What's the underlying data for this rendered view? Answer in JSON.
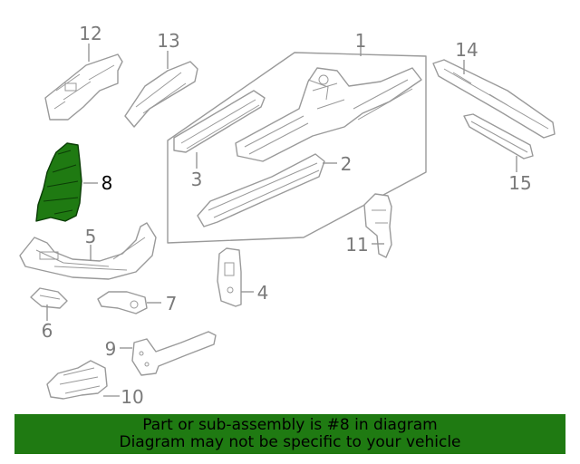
{
  "colors": {
    "highlight": "#1f7a12",
    "banner": "#1f7a12",
    "line": "#9a9a9a",
    "label": "#7a7a7a"
  },
  "callouts": {
    "p1": "1",
    "p2": "2",
    "p3": "3",
    "p4": "4",
    "p5": "5",
    "p6": "6",
    "p7": "7",
    "p8": "8",
    "p9": "9",
    "p10": "10",
    "p11": "11",
    "p12": "12",
    "p13": "13",
    "p14": "14",
    "p15": "15"
  },
  "highlighted_part": "8",
  "banner": {
    "line1": "Part or sub-assembly is #8 in diagram",
    "line2": "Diagram may not be specific to your vehicle"
  }
}
